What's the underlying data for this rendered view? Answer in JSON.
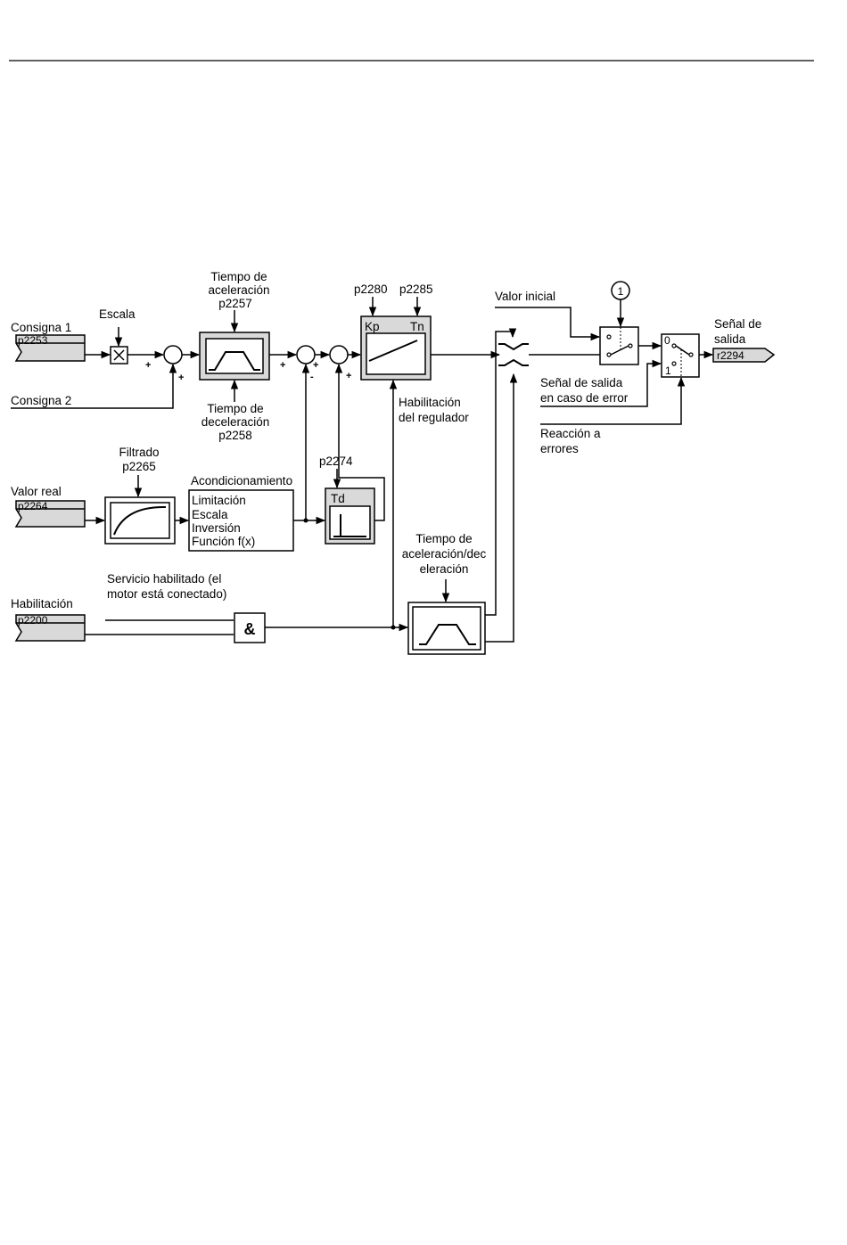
{
  "inputs": {
    "consigna1": {
      "label": "Consigna 1",
      "param": "p2253"
    },
    "consigna2": {
      "label": "Consigna 2"
    },
    "valor_real": {
      "label": "Valor real",
      "param": "p2264"
    },
    "habilitacion": {
      "label": "Habilitación",
      "param": "p2200"
    }
  },
  "blocks": {
    "escala": "Escala",
    "ramp": {
      "accel_line1": "Tiempo de",
      "accel_line2": "aceleración",
      "accel_param": "p2257",
      "decel_line1": "Tiempo de",
      "decel_line2": "deceleración",
      "decel_param": "p2258"
    },
    "filtrado": {
      "label": "Filtrado",
      "param": "p2265"
    },
    "acondicionamiento": {
      "title": "Acondicionamiento",
      "items": [
        "Limitación",
        "Escala",
        "Inversión",
        "Función f(x)"
      ]
    },
    "derivative": {
      "param": "p2274",
      "symbol": "Td"
    },
    "pi": {
      "kp_param": "p2280",
      "tn_param": "p2285",
      "kp_symbol": "Kp",
      "tn_symbol": "Tn"
    },
    "habilitacion_regulador": [
      "Habilitación",
      "del regulador"
    ],
    "servicio": [
      "Servicio habilitado (el",
      "motor está conectado)"
    ],
    "and_symbol": "&",
    "ramp2": [
      "Tiempo de",
      "aceleración/dec",
      "eleración"
    ]
  },
  "outputs": {
    "valor_inicial": "Valor inicial",
    "marker": "1",
    "senal_error": [
      "Señal de salida",
      "en caso de error"
    ],
    "reaccion": [
      "Reacción a",
      "errores"
    ],
    "switch_0": "0",
    "switch_1": "1",
    "senal_salida": [
      "Señal de",
      "salida"
    ],
    "output_param": "r2294"
  },
  "signs": {
    "s1_left": "+",
    "s1_bottom": "+",
    "s2_left": "+",
    "s2_bottom": "-",
    "s3_left": "+",
    "s3_bottom": "+"
  }
}
